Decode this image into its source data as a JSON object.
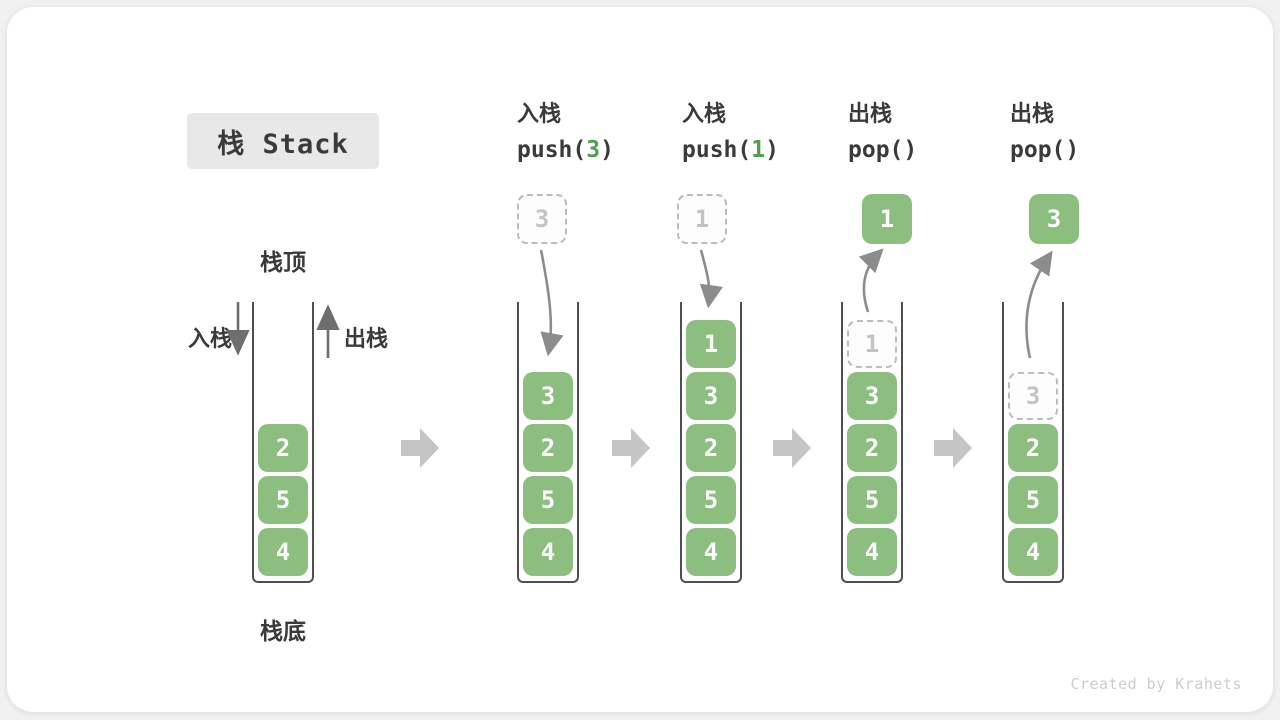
{
  "title": "栈 Stack",
  "side_labels": {
    "stack_top": "栈顶",
    "stack_bottom": "栈底",
    "push": "入栈",
    "pop": "出栈"
  },
  "watermark": "Created by Krahets",
  "colors": {
    "green_box": "#8CBE80",
    "code_arg_green": "#4FA053",
    "dashed_gray": "#BCBCBC",
    "curved_arrow_gray": "#8C8C8C",
    "block_arrow_gray": "#C5C5C5"
  },
  "columns": [
    {
      "name": "initial-state",
      "label": null,
      "floating": null,
      "cells": [
        {
          "value": "2",
          "row": 2,
          "kind": "solid"
        },
        {
          "value": "5",
          "row": 3,
          "kind": "solid"
        },
        {
          "value": "4",
          "row": 4,
          "kind": "solid"
        }
      ]
    },
    {
      "name": "push-3",
      "label": {
        "title": "入栈",
        "code_pre": "push(",
        "code_arg": "3",
        "code_post": ")"
      },
      "floating": {
        "value": "3",
        "kind": "dashed"
      },
      "cells": [
        {
          "value": "3",
          "row": 1,
          "kind": "solid"
        },
        {
          "value": "2",
          "row": 2,
          "kind": "solid"
        },
        {
          "value": "5",
          "row": 3,
          "kind": "solid"
        },
        {
          "value": "4",
          "row": 4,
          "kind": "solid"
        }
      ]
    },
    {
      "name": "push-1",
      "label": {
        "title": "入栈",
        "code_pre": "push(",
        "code_arg": "1",
        "code_post": ")"
      },
      "floating": {
        "value": "1",
        "kind": "dashed"
      },
      "cells": [
        {
          "value": "1",
          "row": 0,
          "kind": "solid"
        },
        {
          "value": "3",
          "row": 1,
          "kind": "solid"
        },
        {
          "value": "2",
          "row": 2,
          "kind": "solid"
        },
        {
          "value": "5",
          "row": 3,
          "kind": "solid"
        },
        {
          "value": "4",
          "row": 4,
          "kind": "solid"
        }
      ]
    },
    {
      "name": "pop-first",
      "label": {
        "title": "出栈",
        "code_pre": "pop()",
        "code_arg": "",
        "code_post": ""
      },
      "floating": {
        "value": "1",
        "kind": "solid"
      },
      "cells": [
        {
          "value": "1",
          "row": 0,
          "kind": "dashed"
        },
        {
          "value": "3",
          "row": 1,
          "kind": "solid"
        },
        {
          "value": "2",
          "row": 2,
          "kind": "solid"
        },
        {
          "value": "5",
          "row": 3,
          "kind": "solid"
        },
        {
          "value": "4",
          "row": 4,
          "kind": "solid"
        }
      ]
    },
    {
      "name": "pop-second",
      "label": {
        "title": "出栈",
        "code_pre": "pop()",
        "code_arg": "",
        "code_post": ""
      },
      "floating": {
        "value": "3",
        "kind": "solid"
      },
      "cells": [
        {
          "value": "3",
          "row": 1,
          "kind": "dashed"
        },
        {
          "value": "2",
          "row": 2,
          "kind": "solid"
        },
        {
          "value": "5",
          "row": 3,
          "kind": "solid"
        },
        {
          "value": "4",
          "row": 4,
          "kind": "solid"
        }
      ]
    }
  ]
}
